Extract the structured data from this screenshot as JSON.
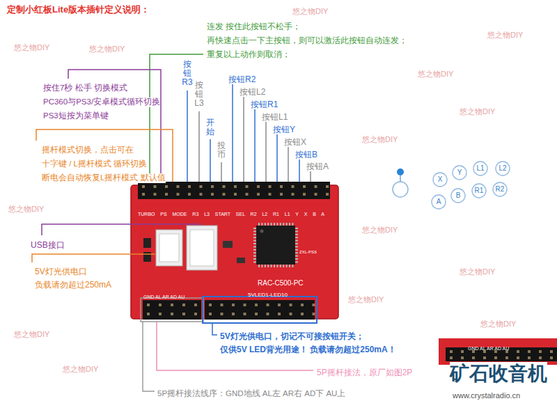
{
  "diagram": {
    "title": "定制小红板Lite版本插针定义说明：",
    "nodes": [
      {
        "text": [
          "TURBO PS MODE R3 L3 START SEL R2 L2 R1 L1 Y X B A",
          "ZXL-PSS",
          "RAC-C500-PC",
          "GND AL AR AD AU",
          "5VLED1-LED10"
        ]
      },
      {
        "text": [
          "X"
        ]
      },
      {
        "text": [
          "Y"
        ]
      },
      {
        "text": [
          "L1"
        ]
      },
      {
        "text": [
          "L2"
        ]
      },
      {
        "text": [
          "A"
        ]
      },
      {
        "text": [
          "B"
        ]
      },
      {
        "text": [
          "R1"
        ]
      },
      {
        "text": [
          "R2"
        ]
      },
      {
        "text": [
          "GND AL AR AD AU"
        ]
      }
    ],
    "labels": [
      "连发 按住此按钮不松手；",
      "再快速点击一下主按钮，则可以激活此按钮自动连发；",
      "重复以上动作则取消；",
      "按住7秒 松手 切换模式",
      "PC360与PS3/安卓模式循环切换",
      "PS3短按为菜单键",
      "摇杆模式切换，点击可在",
      "十字键 / L摇杆模式 循环切换",
      "断电会自动恢复L摇杆模式 默认值",
      "按钮R3",
      "按钮L3",
      "开始",
      "投币",
      "按钮R2",
      "按钮L2",
      "按钮R1",
      "按钮L1",
      "按钮Y",
      "按钮X",
      "按钮B",
      "按钮A",
      "USB接口",
      "5V灯光供电口",
      "负载请勿超过250mA",
      "5V灯光供电口，切记不可接按钮开关；",
      "仅供5V LED背光用途！ 负载请勿超过250mA！",
      "5P摇杆接法，原厂如图2P",
      "5P摇杆接法线序：GND地线 AL左 AR右 AD下 AU上",
      "矿石收音机",
      "www.crystalradio.cn",
      "悠之物DIY",
      "悠之物DIY",
      "悠之物DIY",
      "悠之物DIY",
      "悠之物DIY",
      "悠之物DIY",
      "悠之物DIY",
      "悠之物DIY",
      "悠之物DIY",
      "悠之物DIY",
      "悠之物DIY",
      "悠之物DIY",
      "悠之物DIY",
      "悠之物DIY"
    ]
  }
}
